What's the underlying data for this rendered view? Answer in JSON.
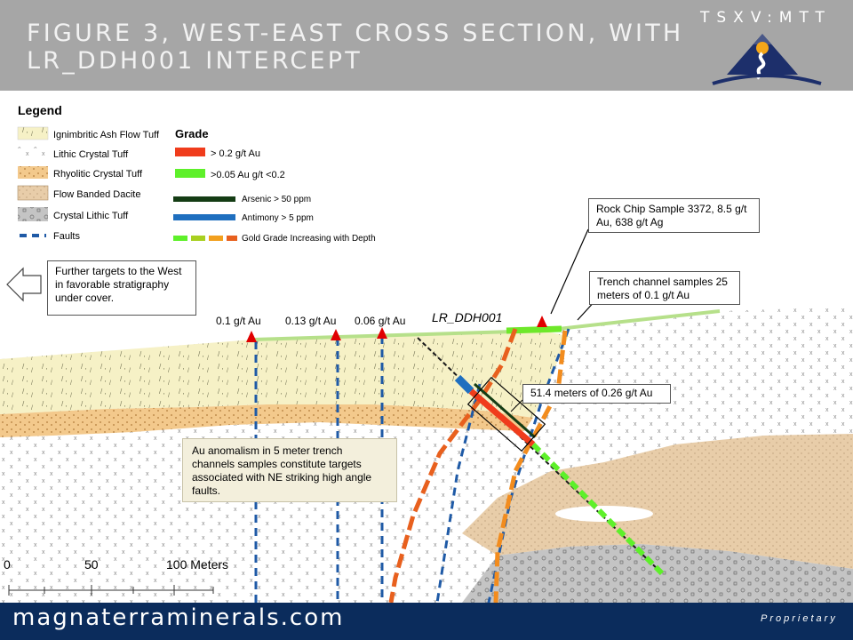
{
  "title": "FIGURE 3, WEST-EAST CROSS SECTION, WITH\nLR_DDH001 INTERCEPT",
  "ticker": "TSXV:MTT",
  "footer": {
    "website": "magnaterraminerals.com",
    "proprietary": "Proprietary"
  },
  "legend": {
    "heading": "Legend",
    "lithology": [
      {
        "label": "Ignimbritic Ash Flow Tuff",
        "color": "#f5f0c4"
      },
      {
        "label": "Lithic Crystal Tuff",
        "color": "#ffffff"
      },
      {
        "label": "Rhyolitic Crystal Tuff",
        "color": "#f4c98c"
      },
      {
        "label": "Flow Banded Dacite",
        "color": "#e9cfae"
      },
      {
        "label": "Crystal Lithic Tuff",
        "color": "#c9c9c9"
      },
      {
        "label": "Faults",
        "color": "#1f5aa6"
      }
    ],
    "grade_heading": "Grade",
    "grade": [
      {
        "label": "> 0.2 g/t Au",
        "color": "#f03c1c"
      },
      {
        "label": ">0.05 Au g/t <0.2",
        "color": "#5ef02a"
      }
    ],
    "other": [
      {
        "label": "Arsenic > 50 ppm",
        "color": "#143c14"
      },
      {
        "label": "Antimony > 5 ppm",
        "color": "#1f6fbf"
      },
      {
        "label": "Gold Grade Increasing with Depth"
      }
    ]
  },
  "callouts": {
    "west_targets": "Further targets to the West in favorable stratigraphy under cover.",
    "rock_chip": "Rock Chip Sample 3372, 8.5 g/t Au, 638 g/t Ag",
    "trench": "Trench channel samples 25 meters of 0.1 g/t Au",
    "intercept": "51.4 meters of 0.26 g/t Au",
    "anomalism": "Au anomalism in 5 meter trench channels samples constitute targets associated with NE striking high angle faults."
  },
  "trench_grades": [
    "0.1 g/t Au",
    "0.13 g/t Au",
    "0.06 g/t Au"
  ],
  "drillhole": "LR_DDH001",
  "scale": {
    "ticks": [
      "0",
      "50",
      "100 Meters"
    ]
  }
}
